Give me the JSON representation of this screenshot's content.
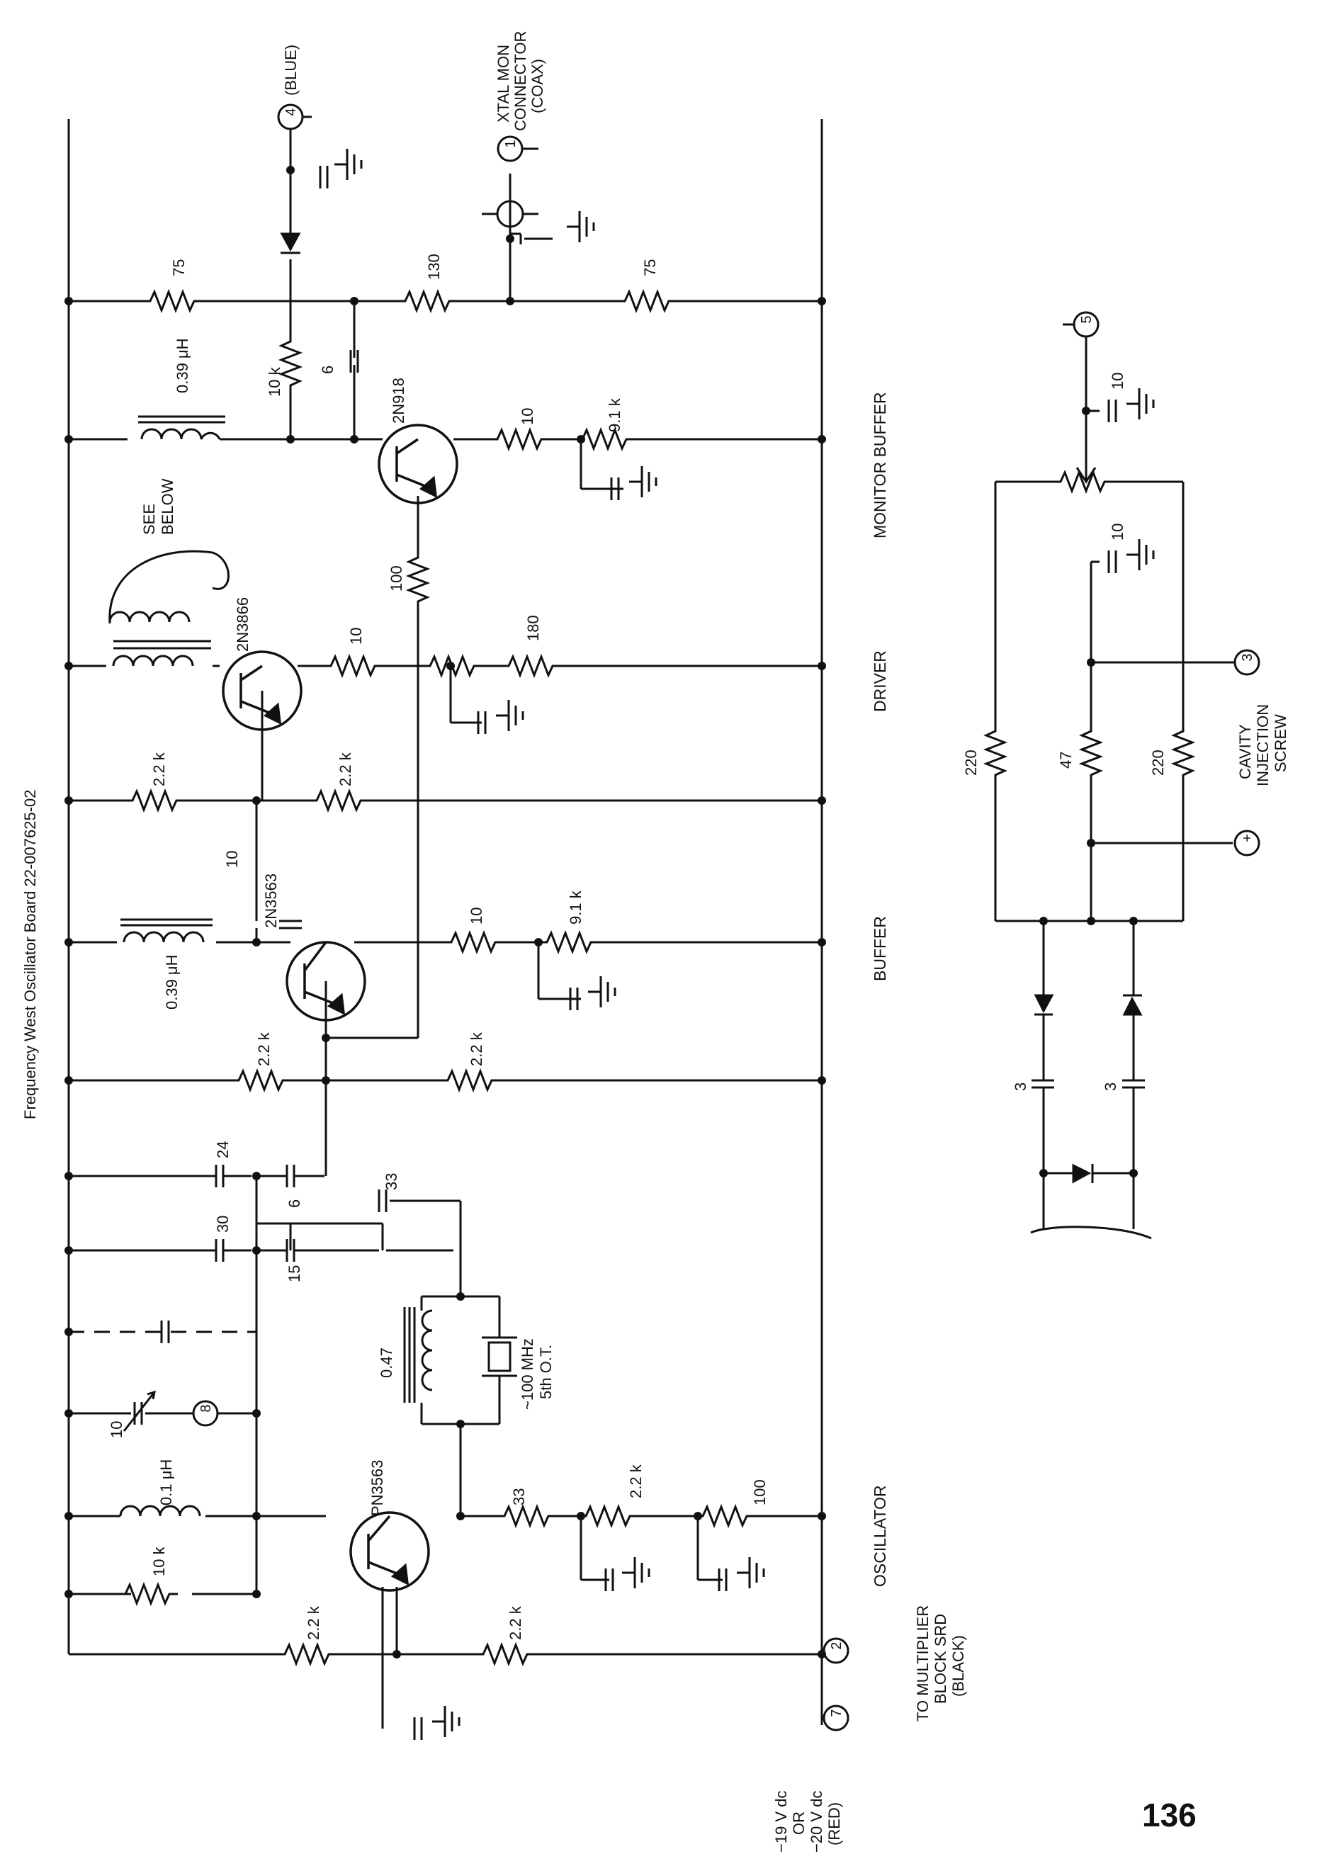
{
  "board_title": "Frequency West Oscillator Board 22-007625-02",
  "page_number": "136",
  "stages": [
    "OSCILLATOR",
    "BUFFER",
    "DRIVER",
    "MONITOR BUFFER"
  ],
  "transistors": [
    "PN3563",
    "2N3563",
    "2N3866",
    "2N918"
  ],
  "connectors": {
    "c1": "1",
    "c1_label": [
      "XTAL MON",
      "CONNECTOR",
      "(COAX)"
    ],
    "c2": "2",
    "c2_label": [
      "TO MULTIPLIER",
      "BLOCK SRD",
      "(BLACK)"
    ],
    "c3": "3",
    "c3_label": [
      "CAVITY",
      "INJECTION",
      "SCREW"
    ],
    "c4": "4",
    "c4_label": "(BLUE)",
    "c5": "5",
    "c7": "7",
    "c7_label": [
      "−19 V dc",
      "OR",
      "−20 V dc",
      "(RED)"
    ],
    "c8": "8",
    "plus": "+"
  },
  "values": {
    "r75a": "75",
    "r130": "130",
    "r75b": "75",
    "l039a": "0.39 μH",
    "r10k_top": "10 k",
    "c6_top": "6",
    "r10_mon": "10",
    "r91k_mon": "9.1 k",
    "see_below": [
      "SEE",
      "BELOW"
    ],
    "r100_mon": "100",
    "r10_drv": "10",
    "r180": "180",
    "r22k_a": "2.2 k",
    "r22k_b": "2.2 k",
    "c10_coup": "10",
    "l039b": "0.39 μH",
    "r10_buf": "10",
    "r91k_buf": "9.1 k",
    "r22k_c": "2.2 k",
    "r22k_d": "2.2 k",
    "c24": "24",
    "c6_osc": "6",
    "c33_osc": "33",
    "c30": "30",
    "c15": "15",
    "l047": "0.47",
    "xtal": [
      "~100 MHz",
      "5th O.T."
    ],
    "c10_var": "10",
    "l01": "0.1 μH",
    "r10k_osc": "10 k",
    "r33": "33",
    "r22k_e": "2.2 k",
    "r100_osc": "100",
    "r22k_f": "2.2 k",
    "r22k_g": "2.2 k",
    "c10_inj_top": "10",
    "c10_inj_mid": "10",
    "r220a": "220",
    "r47": "47",
    "r220b": "220",
    "c3a": "3",
    "c3b": "3"
  }
}
